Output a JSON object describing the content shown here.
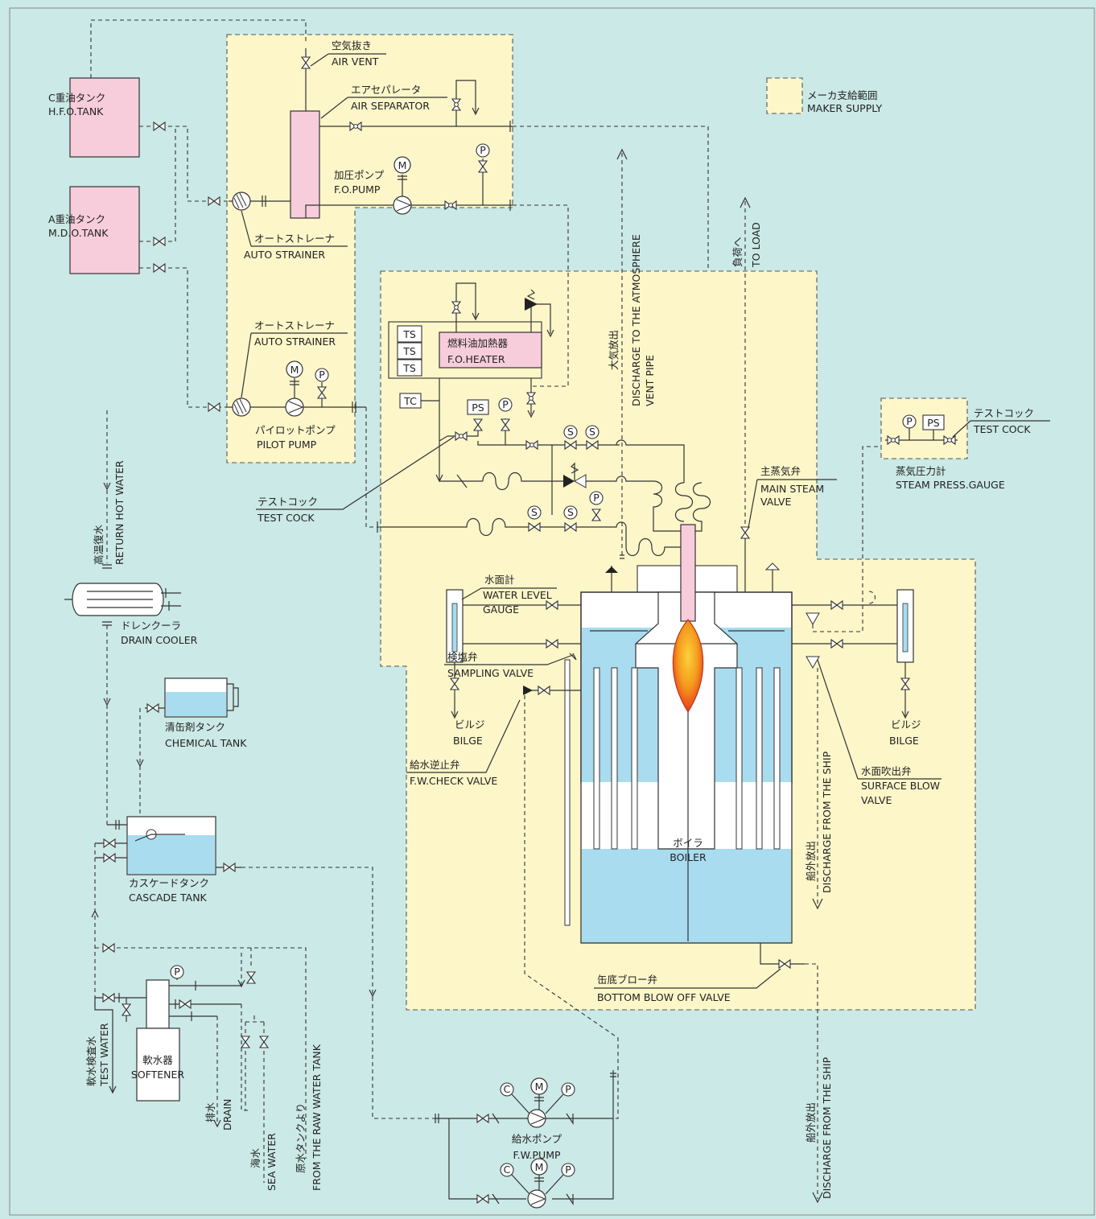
{
  "colors": {
    "background": "#cbe9e6",
    "maker_zone": "#fcf6c9",
    "tank_pink": "#f7cddb",
    "water_blue": "#a9dcef",
    "flame_outer": "#e83a1d",
    "flame_inner": "#fbd23a"
  },
  "legend": {
    "jp": "メーカ支給範囲",
    "en": "MAKER SUPPLY"
  },
  "tanks": {
    "hfo": {
      "jp": "C重油タンク",
      "en": "H.F.O.TANK"
    },
    "mdo": {
      "jp": "A重油タンク",
      "en": "M.D.O.TANK"
    },
    "chemical": {
      "jp": "清缶剤タンク",
      "en": "CHEMICAL TANK"
    },
    "cascade": {
      "jp": "カスケードタンク",
      "en": "CASCADE TANK"
    }
  },
  "fuel": {
    "air_vent": {
      "jp": "空気抜き",
      "en": "AIR VENT"
    },
    "air_separator": {
      "jp": "エアセパレータ",
      "en": "AIR SEPARATOR"
    },
    "fo_pump": {
      "jp": "加圧ポンプ",
      "en": "F.O.PUMP"
    },
    "auto_strainer_1": {
      "jp": "オートストレーナ",
      "en": "AUTO STRAINER"
    },
    "auto_strainer_2": {
      "jp": "オートストレーナ",
      "en": "AUTO STRAINER"
    },
    "pilot_pump": {
      "jp": "パイロットポンプ",
      "en": "PILOT PUMP"
    },
    "heater": {
      "jp": "燃料油加熱器",
      "en": "F.O.HEATER"
    },
    "test_cock": {
      "jp": "テストコック",
      "en": "TEST COCK"
    }
  },
  "symbols": {
    "M": "M",
    "P": "P",
    "PS": "PS",
    "TS": "TS",
    "TC": "TC",
    "S": "S",
    "C": "C"
  },
  "vertical_labels": {
    "atm_jp": "大気放出",
    "atm_en1": "DISCHARGE TO THE ATMOSPHERE",
    "atm_en2": "VENT PIPE",
    "load_jp": "負荷へ",
    "load_en": "TO LOAD",
    "hot_jp": "高温復水",
    "hot_en": "RETURN HOT WATER",
    "ship1_jp": "船外放出",
    "ship1_en": "DISCHARGE FROM THE SHIP",
    "ship2_jp": "船外放出",
    "ship2_en": "DISCHARGE FROM THE SHIP",
    "test_water_jp": "軟水検査水",
    "test_water_en": "TEST WATER",
    "drain_jp": "排水",
    "drain_en": "DRAIN",
    "sea_jp": "海水",
    "sea_en": "SEA WATER",
    "raw_jp": "原水タンクより",
    "raw_en": "FROM THE RAW WATER TANK"
  },
  "boiler": {
    "name": {
      "jp": "ボイラ",
      "en": "BOILER"
    },
    "water_level_gauge": {
      "jp": "水面計",
      "en1": "WATER LEVEL",
      "en2": "GAUGE"
    },
    "sampling_valve": {
      "jp": "検塩弁",
      "en": "SAMPLING VALVE"
    },
    "bilge_left": {
      "jp": "ビルジ",
      "en": "BILGE"
    },
    "bilge_right": {
      "jp": "ビルジ",
      "en": "BILGE"
    },
    "fw_check_valve": {
      "jp": "給水逆止弁",
      "en": "F.W.CHECK VALVE"
    },
    "main_steam_valve": {
      "jp": "主蒸気弁",
      "en1": "MAIN STEAM",
      "en2": "VALVE"
    },
    "steam_gauge": {
      "jp": "蒸気圧力計",
      "en": "STEAM PRESS.GAUGE"
    },
    "test_cock_right": {
      "jp": "テストコック",
      "en": "TEST COCK"
    },
    "surface_blow": {
      "jp": "水面吹出弁",
      "en1": "SURFACE BLOW",
      "en2": "VALVE"
    },
    "bottom_blow": {
      "jp": "缶底ブロー弁",
      "en": "BOTTOM BLOW OFF VALVE"
    }
  },
  "water_side": {
    "drain_cooler": {
      "jp": "ドレンクーラ",
      "en": "DRAIN COOLER"
    },
    "softener": {
      "jp": "軟水器",
      "en": "SOFTENER"
    },
    "fw_pump": {
      "jp": "給水ポンプ",
      "en": "F.W.PUMP"
    }
  }
}
